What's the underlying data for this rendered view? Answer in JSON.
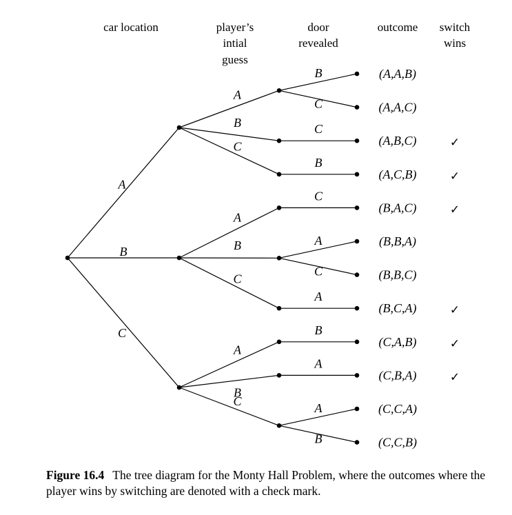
{
  "headers": {
    "car_location": "car location",
    "initial_guess": [
      "player’s",
      "intial",
      "guess"
    ],
    "door_revealed": [
      "door",
      "revealed"
    ],
    "outcome": "outcome",
    "switch_wins": [
      "switch",
      "wins"
    ]
  },
  "tree": {
    "car_branches": [
      {
        "label": "A",
        "guesses": [
          {
            "label": "A",
            "reveals": [
              {
                "label": "B",
                "outcome": "(A,A,B)",
                "switch_wins": false
              },
              {
                "label": "C",
                "outcome": "(A,A,C)",
                "switch_wins": false
              }
            ]
          },
          {
            "label": "B",
            "reveals": [
              {
                "label": "C",
                "outcome": "(A,B,C)",
                "switch_wins": true
              }
            ]
          },
          {
            "label": "C",
            "reveals": [
              {
                "label": "B",
                "outcome": "(A,C,B)",
                "switch_wins": true
              }
            ]
          }
        ]
      },
      {
        "label": "B",
        "guesses": [
          {
            "label": "A",
            "reveals": [
              {
                "label": "C",
                "outcome": "(B,A,C)",
                "switch_wins": true
              }
            ]
          },
          {
            "label": "B",
            "reveals": [
              {
                "label": "A",
                "outcome": "(B,B,A)",
                "switch_wins": false
              },
              {
                "label": "C",
                "outcome": "(B,B,C)",
                "switch_wins": false
              }
            ]
          },
          {
            "label": "C",
            "reveals": [
              {
                "label": "A",
                "outcome": "(B,C,A)",
                "switch_wins": true
              }
            ]
          }
        ]
      },
      {
        "label": "C",
        "guesses": [
          {
            "label": "A",
            "reveals": [
              {
                "label": "B",
                "outcome": "(C,A,B)",
                "switch_wins": true
              }
            ]
          },
          {
            "label": "B",
            "reveals": [
              {
                "label": "A",
                "outcome": "(C,B,A)",
                "switch_wins": true
              }
            ]
          },
          {
            "label": "C",
            "reveals": [
              {
                "label": "A",
                "outcome": "(C,C,A)",
                "switch_wins": false
              },
              {
                "label": "B",
                "outcome": "(C,C,B)",
                "switch_wins": false
              }
            ]
          }
        ]
      }
    ]
  },
  "check_mark": "✓",
  "caption": {
    "figure_label": "Figure 16.4",
    "text": "The tree diagram for the Monty Hall Problem, where the outcomes where the player wins by switching are denoted with a check mark."
  }
}
